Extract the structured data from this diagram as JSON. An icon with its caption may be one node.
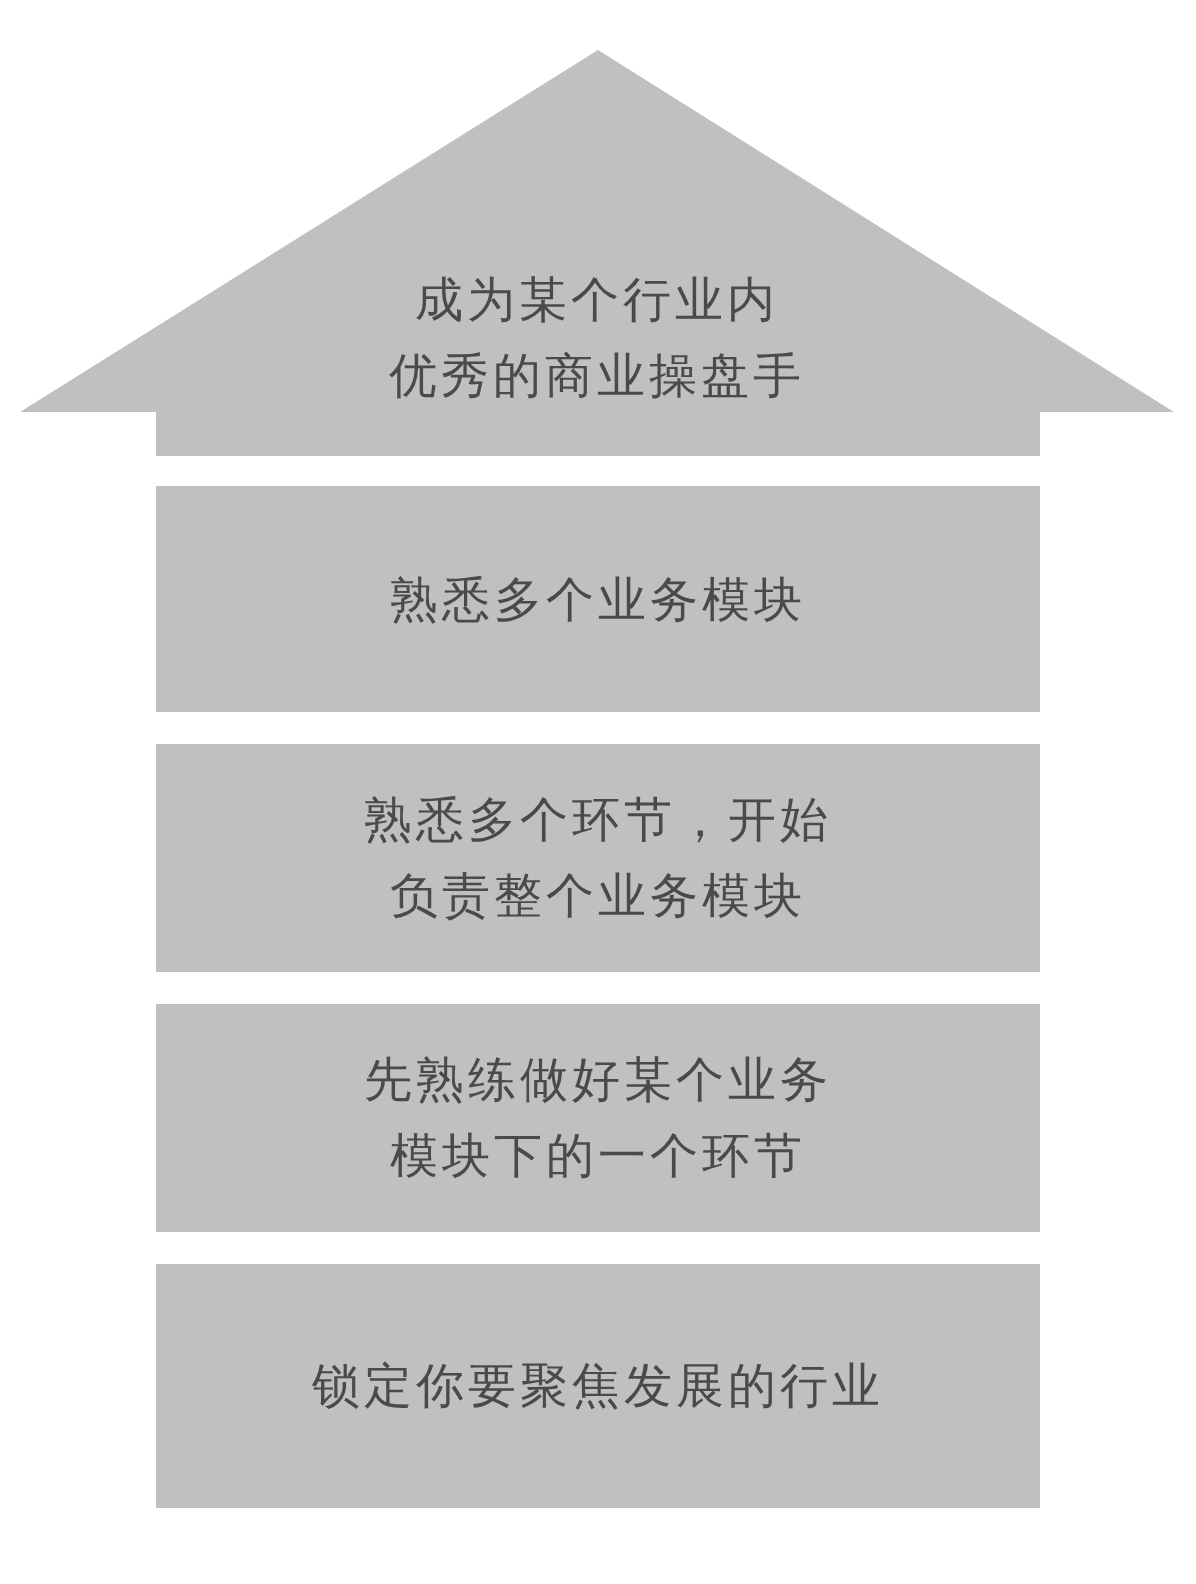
{
  "diagram": {
    "nodes": [
      {
        "text": [
          "成为某个行业内优秀的商业操盘手"
        ]
      },
      {
        "text": [
          "熟悉多个业务模块"
        ]
      },
      {
        "text": [
          "熟悉多个环节，开始负责整个业务模块"
        ]
      },
      {
        "text": [
          "先熟练做好某个业务模块下的一个环节"
        ]
      },
      {
        "text": [
          "锁定你要聚焦发展的行业"
        ]
      }
    ]
  }
}
